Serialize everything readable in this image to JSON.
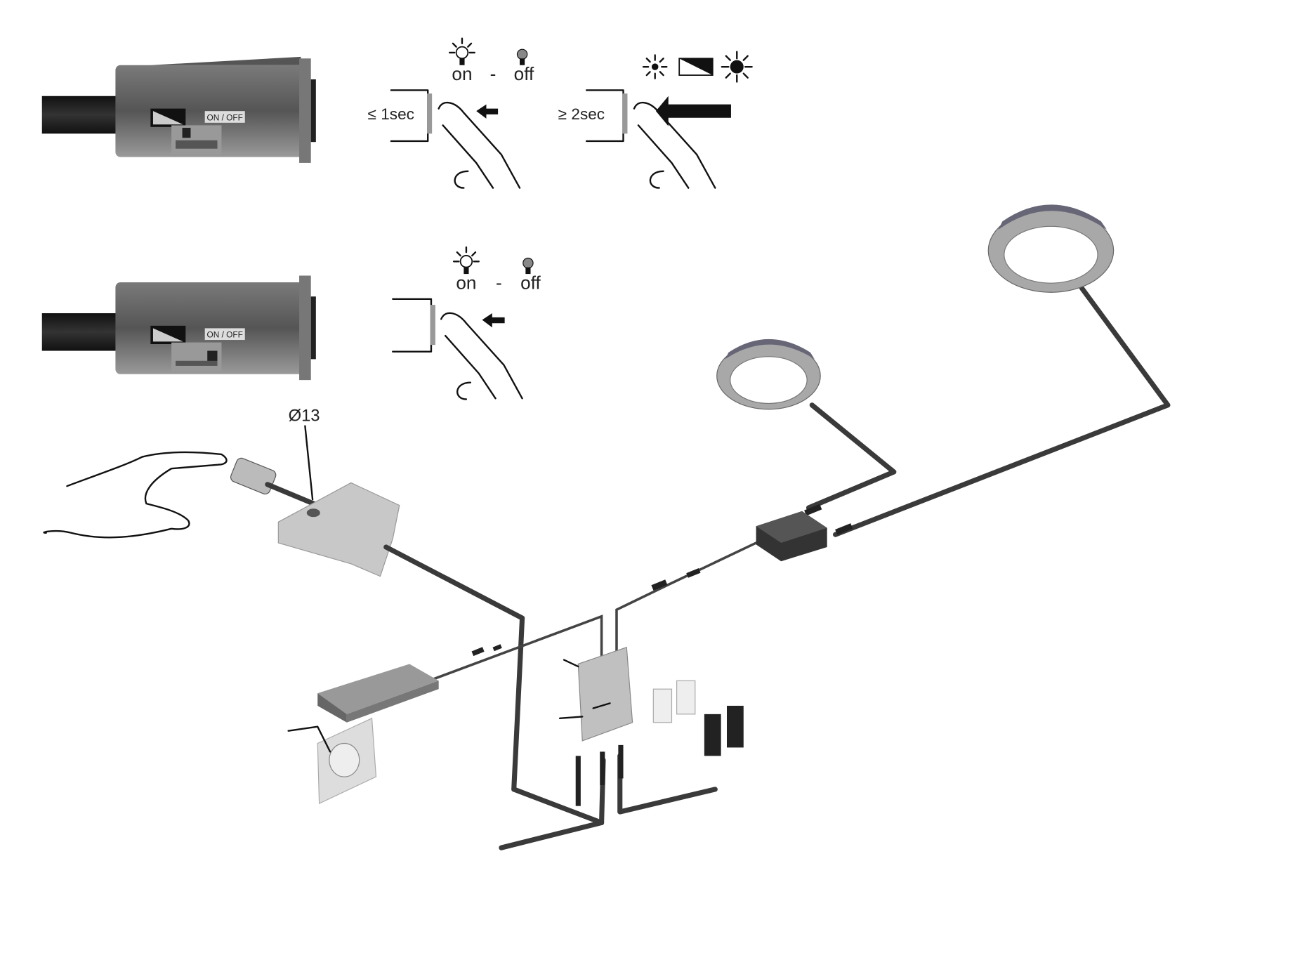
{
  "switch_top": {
    "label": "ON / OFF"
  },
  "switch_bottom": {
    "label": "ON / OFF"
  },
  "mode_short": {
    "on": "on",
    "dash": "-",
    "off": "off",
    "duration": "≤ 1sec"
  },
  "mode_long": {
    "duration": "≥ 2sec"
  },
  "mode_switch": {
    "on": "on",
    "dash": "-",
    "off": "off"
  },
  "sensor": {
    "diameter": "Ø13"
  },
  "colors": {
    "body": "#6a6a6a",
    "cable": "#3a3a3a",
    "ring": "#a8a8a8",
    "box": "#c8c8c8"
  }
}
